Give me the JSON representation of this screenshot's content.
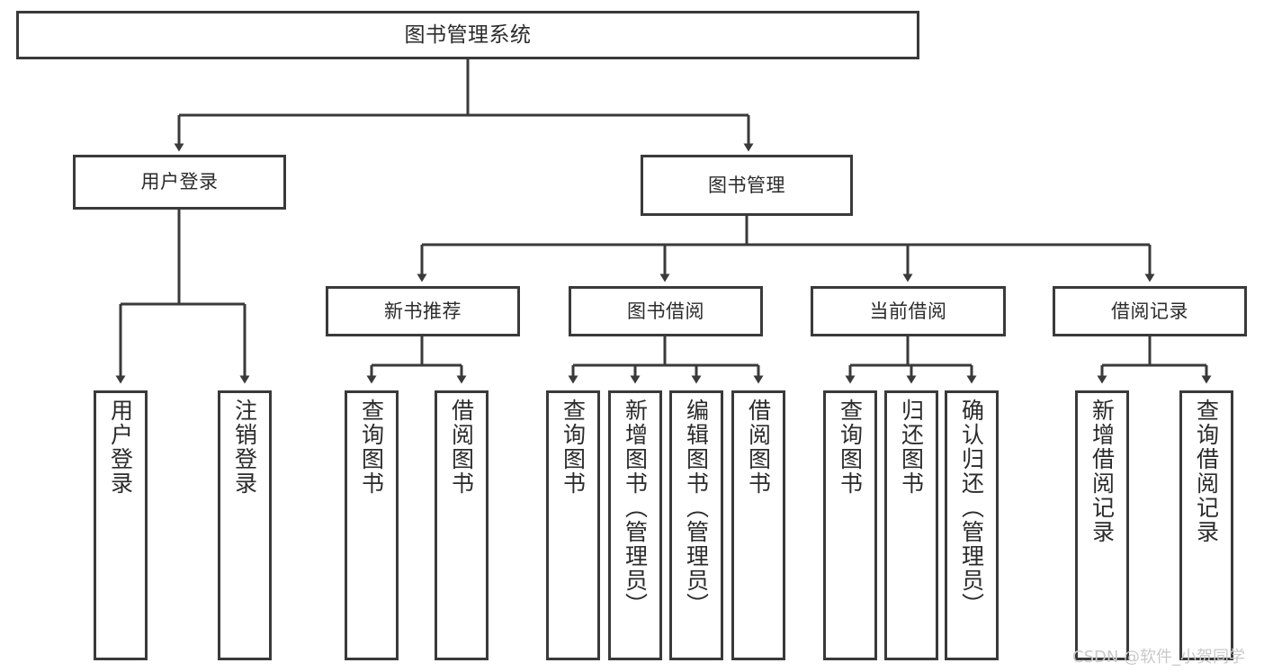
{
  "diagram": {
    "title": "图书管理系统",
    "type": "tree-structure-chart",
    "watermark": "CSDN @软件_小贺同学",
    "colors": {
      "stroke": "#3a3a3a",
      "fill": "#ffffff",
      "text": "#2b2b2b",
      "watermark": "#c9c9c9"
    }
  },
  "nodes": {
    "root": {
      "label": "图书管理系统"
    },
    "level2": [
      {
        "label": "用户登录"
      },
      {
        "label": "图书管理"
      }
    ],
    "level3": [
      {
        "label": "新书推荐"
      },
      {
        "label": "图书借阅"
      },
      {
        "label": "当前借阅"
      },
      {
        "label": "借阅记录"
      }
    ],
    "leaves": [
      {
        "label": "用户登录"
      },
      {
        "label": "注销登录"
      },
      {
        "label": "查询图书"
      },
      {
        "label": "借阅图书"
      },
      {
        "label": "查询图书"
      },
      {
        "label": "新增图书（管理员）"
      },
      {
        "label": "编辑图书（管理员）"
      },
      {
        "label": "借阅图书"
      },
      {
        "label": "查询图书"
      },
      {
        "label": "归还图书"
      },
      {
        "label": "确认归还（管理员）"
      },
      {
        "label": "新增借阅记录"
      },
      {
        "label": "查询借阅记录"
      }
    ]
  }
}
